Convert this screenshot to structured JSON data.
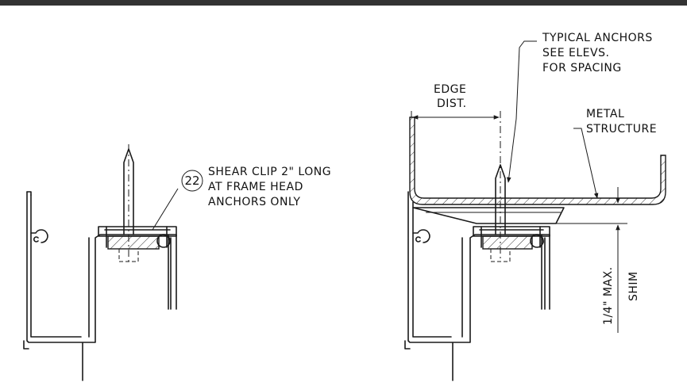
{
  "left_detail": {
    "tag_number": "22",
    "note_lines": [
      "SHEAR CLIP 2\" LONG",
      "AT FRAME HEAD",
      "ANCHORS ONLY"
    ]
  },
  "right_detail": {
    "anchor_note_lines": [
      "TYPICAL ANCHORS",
      "SEE ELEVS.",
      "FOR SPACING"
    ],
    "edge_dist_lines": [
      "EDGE",
      "DIST."
    ],
    "structure_note_lines": [
      "METAL",
      "STRUCTURE"
    ],
    "shim_dim": "1/4\" MAX.",
    "shim_label": "SHIM"
  },
  "colors": {
    "line": "#1a1a1a",
    "background": "#ffffff",
    "top_border": "#333333"
  }
}
